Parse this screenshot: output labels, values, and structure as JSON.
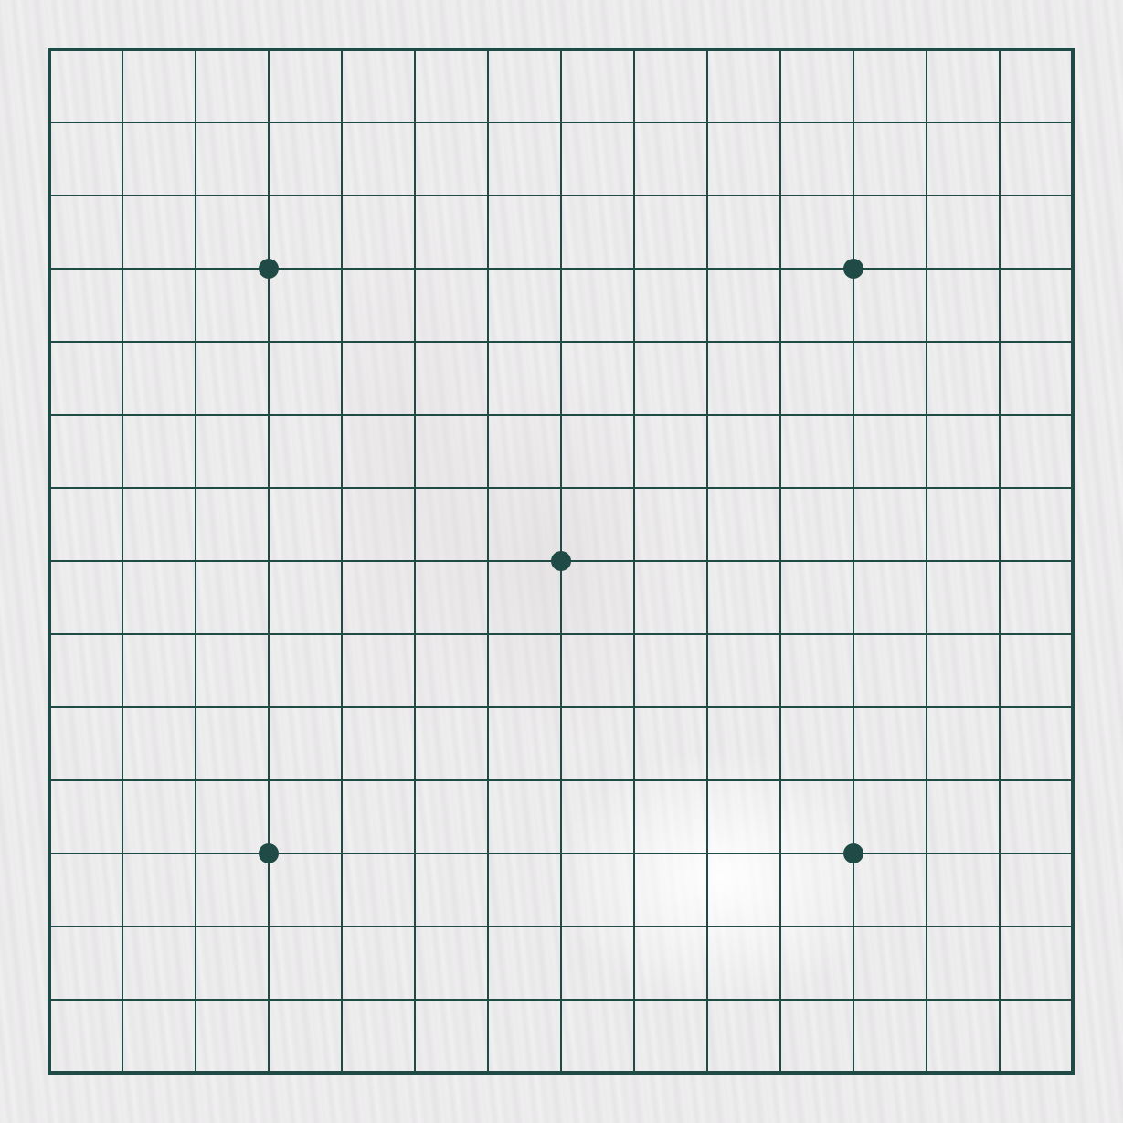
{
  "board": {
    "size": 15,
    "colors": {
      "line": "#1f4a45",
      "star_point": "#1f4a45",
      "wood_light": "#efeeef",
      "wood_dark": "#e6e4e6"
    },
    "star_points": [
      {
        "col": 3,
        "row": 3
      },
      {
        "col": 11,
        "row": 3
      },
      {
        "col": 7,
        "row": 7
      },
      {
        "col": 3,
        "row": 11
      },
      {
        "col": 11,
        "row": 11
      }
    ]
  }
}
